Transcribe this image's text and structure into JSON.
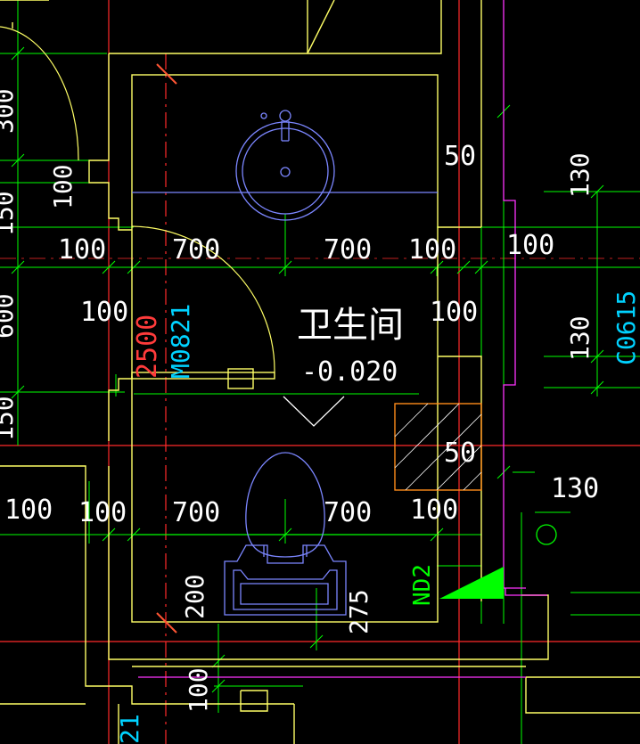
{
  "room": {
    "name": "卫生间",
    "elevation": "-0.020"
  },
  "labels": {
    "door_code": "M0821",
    "door_height": "2500",
    "window_code": "C0615",
    "floor_drain": "ND2"
  },
  "dimensions": {
    "row1": [
      "100",
      "700",
      "700",
      "100",
      "100"
    ],
    "row2_left": "100",
    "row2_right": "100",
    "row3": [
      "100",
      "100",
      "700",
      "700",
      "100"
    ],
    "right_50_top": "50",
    "right_50_mid": "50",
    "right_130_top": "130",
    "right_130_mid": "130",
    "right_130_low": "130",
    "bottom_200": "200",
    "bottom_275": "275",
    "bottom_100": "100",
    "left_100": "100",
    "left_edge_top": "300",
    "left_edge_mid1": "150",
    "left_edge_mid2": "600",
    "left_edge_low": "150",
    "bottom_left_partial": "21"
  },
  "colors": {
    "background": "#000000",
    "wall": "#ffff66",
    "axis": "#ff2a2a",
    "dimension": "#00ff00",
    "fixture": "#7b86ff",
    "window": "#ff33ff",
    "hatch": "#ff8c1a",
    "drain_fill": "#00ff00",
    "text": "#ffffff"
  }
}
